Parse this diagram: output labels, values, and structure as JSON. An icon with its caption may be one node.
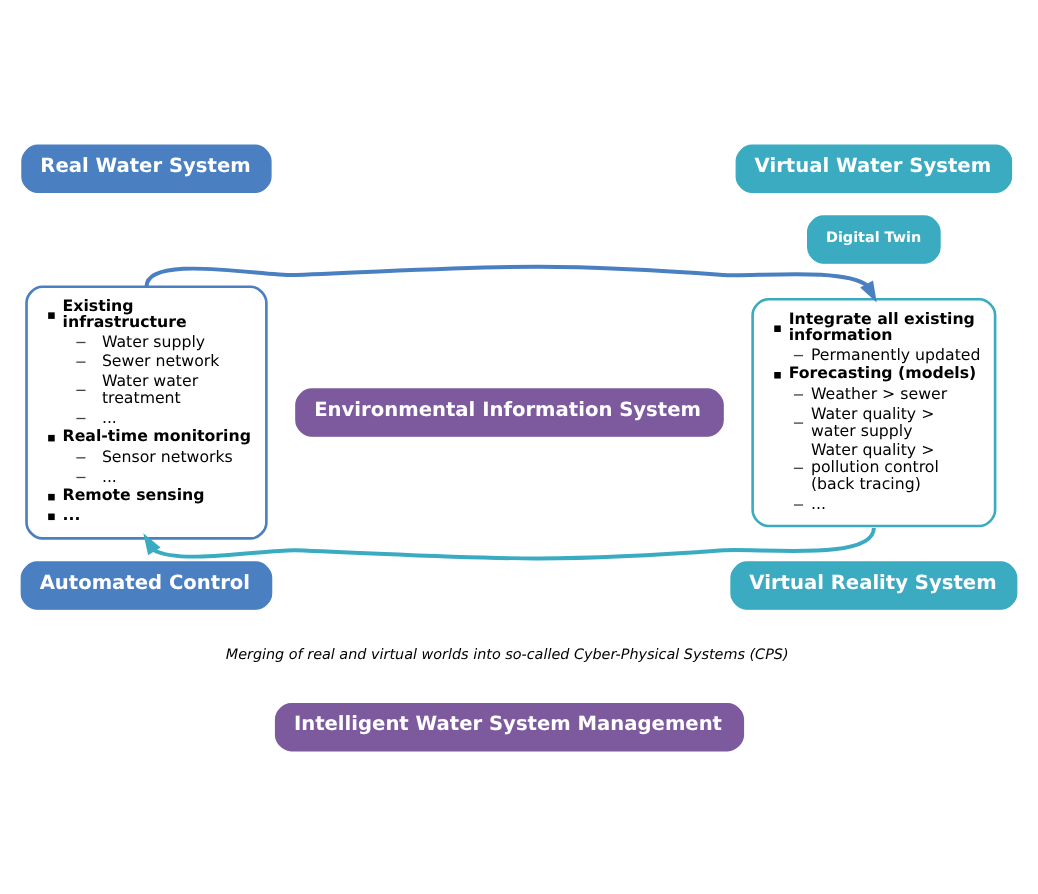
{
  "diagram": {
    "nodes": [
      {
        "text": [
          "Real Water System"
        ]
      },
      {
        "text": [
          "Existing infrastructure",
          "Water supply",
          "Sewer network",
          "Water water treatment",
          "...",
          "Real-time monitoring",
          "Sensor networks",
          "...",
          "Remote sensing",
          "..."
        ]
      },
      {
        "text": [
          "Virtual Water System"
        ]
      },
      {
        "text": [
          "Digital Twin"
        ]
      },
      {
        "text": [
          "Integrate all existing information",
          "Permanently updated",
          "Forecasting (models)",
          "Weather > sewer",
          "Water quality > water supply",
          "Water quality > pollution control (back tracing)",
          "..."
        ]
      },
      {
        "text": [
          "Environmental Information System"
        ]
      },
      {
        "text": [
          "Automated Control"
        ]
      },
      {
        "text": [
          "Virtual Reality System"
        ]
      },
      {
        "text": [
          "Intelligent Water System Management"
        ]
      }
    ],
    "edges": [
      {
        "from": 1,
        "to": 4,
        "arrow": "to",
        "color": "#4a7fc1"
      },
      {
        "from": 4,
        "to": 1,
        "arrow": "to",
        "color": "#3aabc0"
      }
    ],
    "labels": [
      "Merging of real and virtual worlds into so-called Cyber-Physical Systems (CPS)"
    ]
  }
}
